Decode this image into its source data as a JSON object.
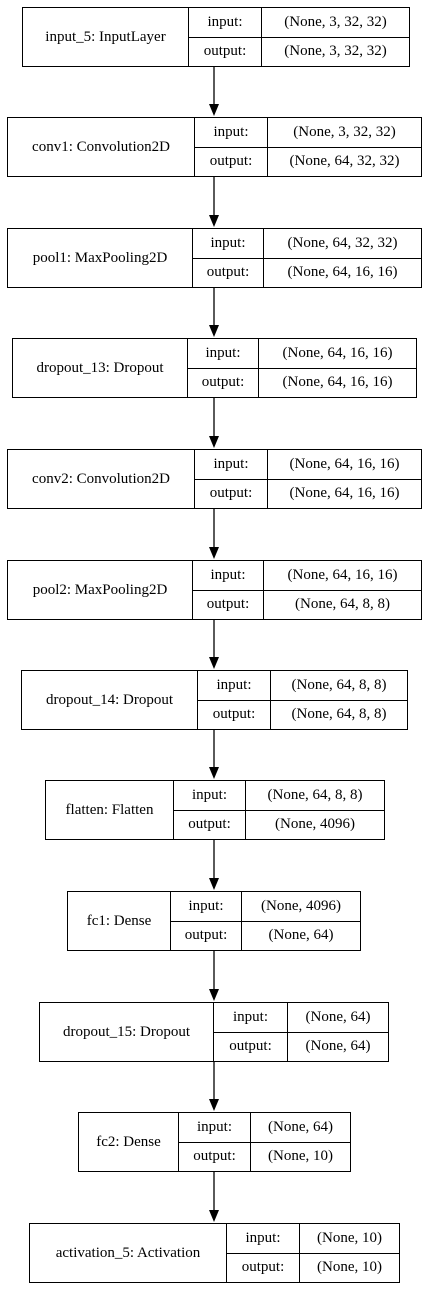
{
  "labels": {
    "input": "input:",
    "output": "output:"
  },
  "layers": [
    {
      "name": "input_5: InputLayer",
      "input": "(None, 3, 32, 32)",
      "output": "(None, 3, 32, 32)"
    },
    {
      "name": "conv1: Convolution2D",
      "input": "(None, 3, 32, 32)",
      "output": "(None, 64, 32, 32)"
    },
    {
      "name": "pool1: MaxPooling2D",
      "input": "(None, 64, 32, 32)",
      "output": "(None, 64, 16, 16)"
    },
    {
      "name": "dropout_13: Dropout",
      "input": "(None, 64, 16, 16)",
      "output": "(None, 64, 16, 16)"
    },
    {
      "name": "conv2: Convolution2D",
      "input": "(None, 64, 16, 16)",
      "output": "(None, 64, 16, 16)"
    },
    {
      "name": "pool2: MaxPooling2D",
      "input": "(None, 64, 16, 16)",
      "output": "(None, 64, 8, 8)"
    },
    {
      "name": "dropout_14: Dropout",
      "input": "(None, 64, 8, 8)",
      "output": "(None, 64, 8, 8)"
    },
    {
      "name": "flatten: Flatten",
      "input": "(None, 64, 8, 8)",
      "output": "(None, 4096)"
    },
    {
      "name": "fc1: Dense",
      "input": "(None, 4096)",
      "output": "(None, 64)"
    },
    {
      "name": "dropout_15: Dropout",
      "input": "(None, 64)",
      "output": "(None, 64)"
    },
    {
      "name": "fc2: Dense",
      "input": "(None, 64)",
      "output": "(None, 10)"
    },
    {
      "name": "activation_5: Activation",
      "input": "(None, 10)",
      "output": "(None, 10)"
    }
  ]
}
